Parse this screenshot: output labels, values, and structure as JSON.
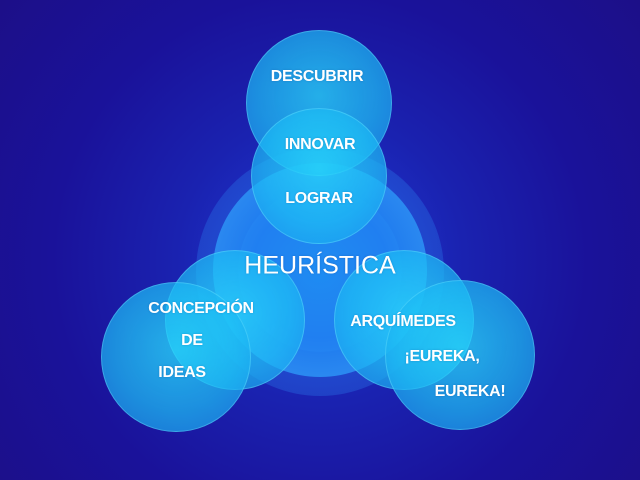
{
  "diagram": {
    "title": "HEURÍSTICA",
    "background_color": "#1c1296",
    "circle_color": "#22c8f5",
    "core_color": "#1a7cee",
    "top_group": {
      "labels": [
        "DESCUBRIR",
        "INNOVAR",
        "LOGRAR"
      ]
    },
    "left_group": {
      "labels": [
        "CONCEPCIÓN",
        "DE",
        "IDEAS"
      ]
    },
    "right_group": {
      "labels": [
        "ARQUÍMEDES",
        "¡EUREKA,",
        "EUREKA!"
      ]
    }
  }
}
